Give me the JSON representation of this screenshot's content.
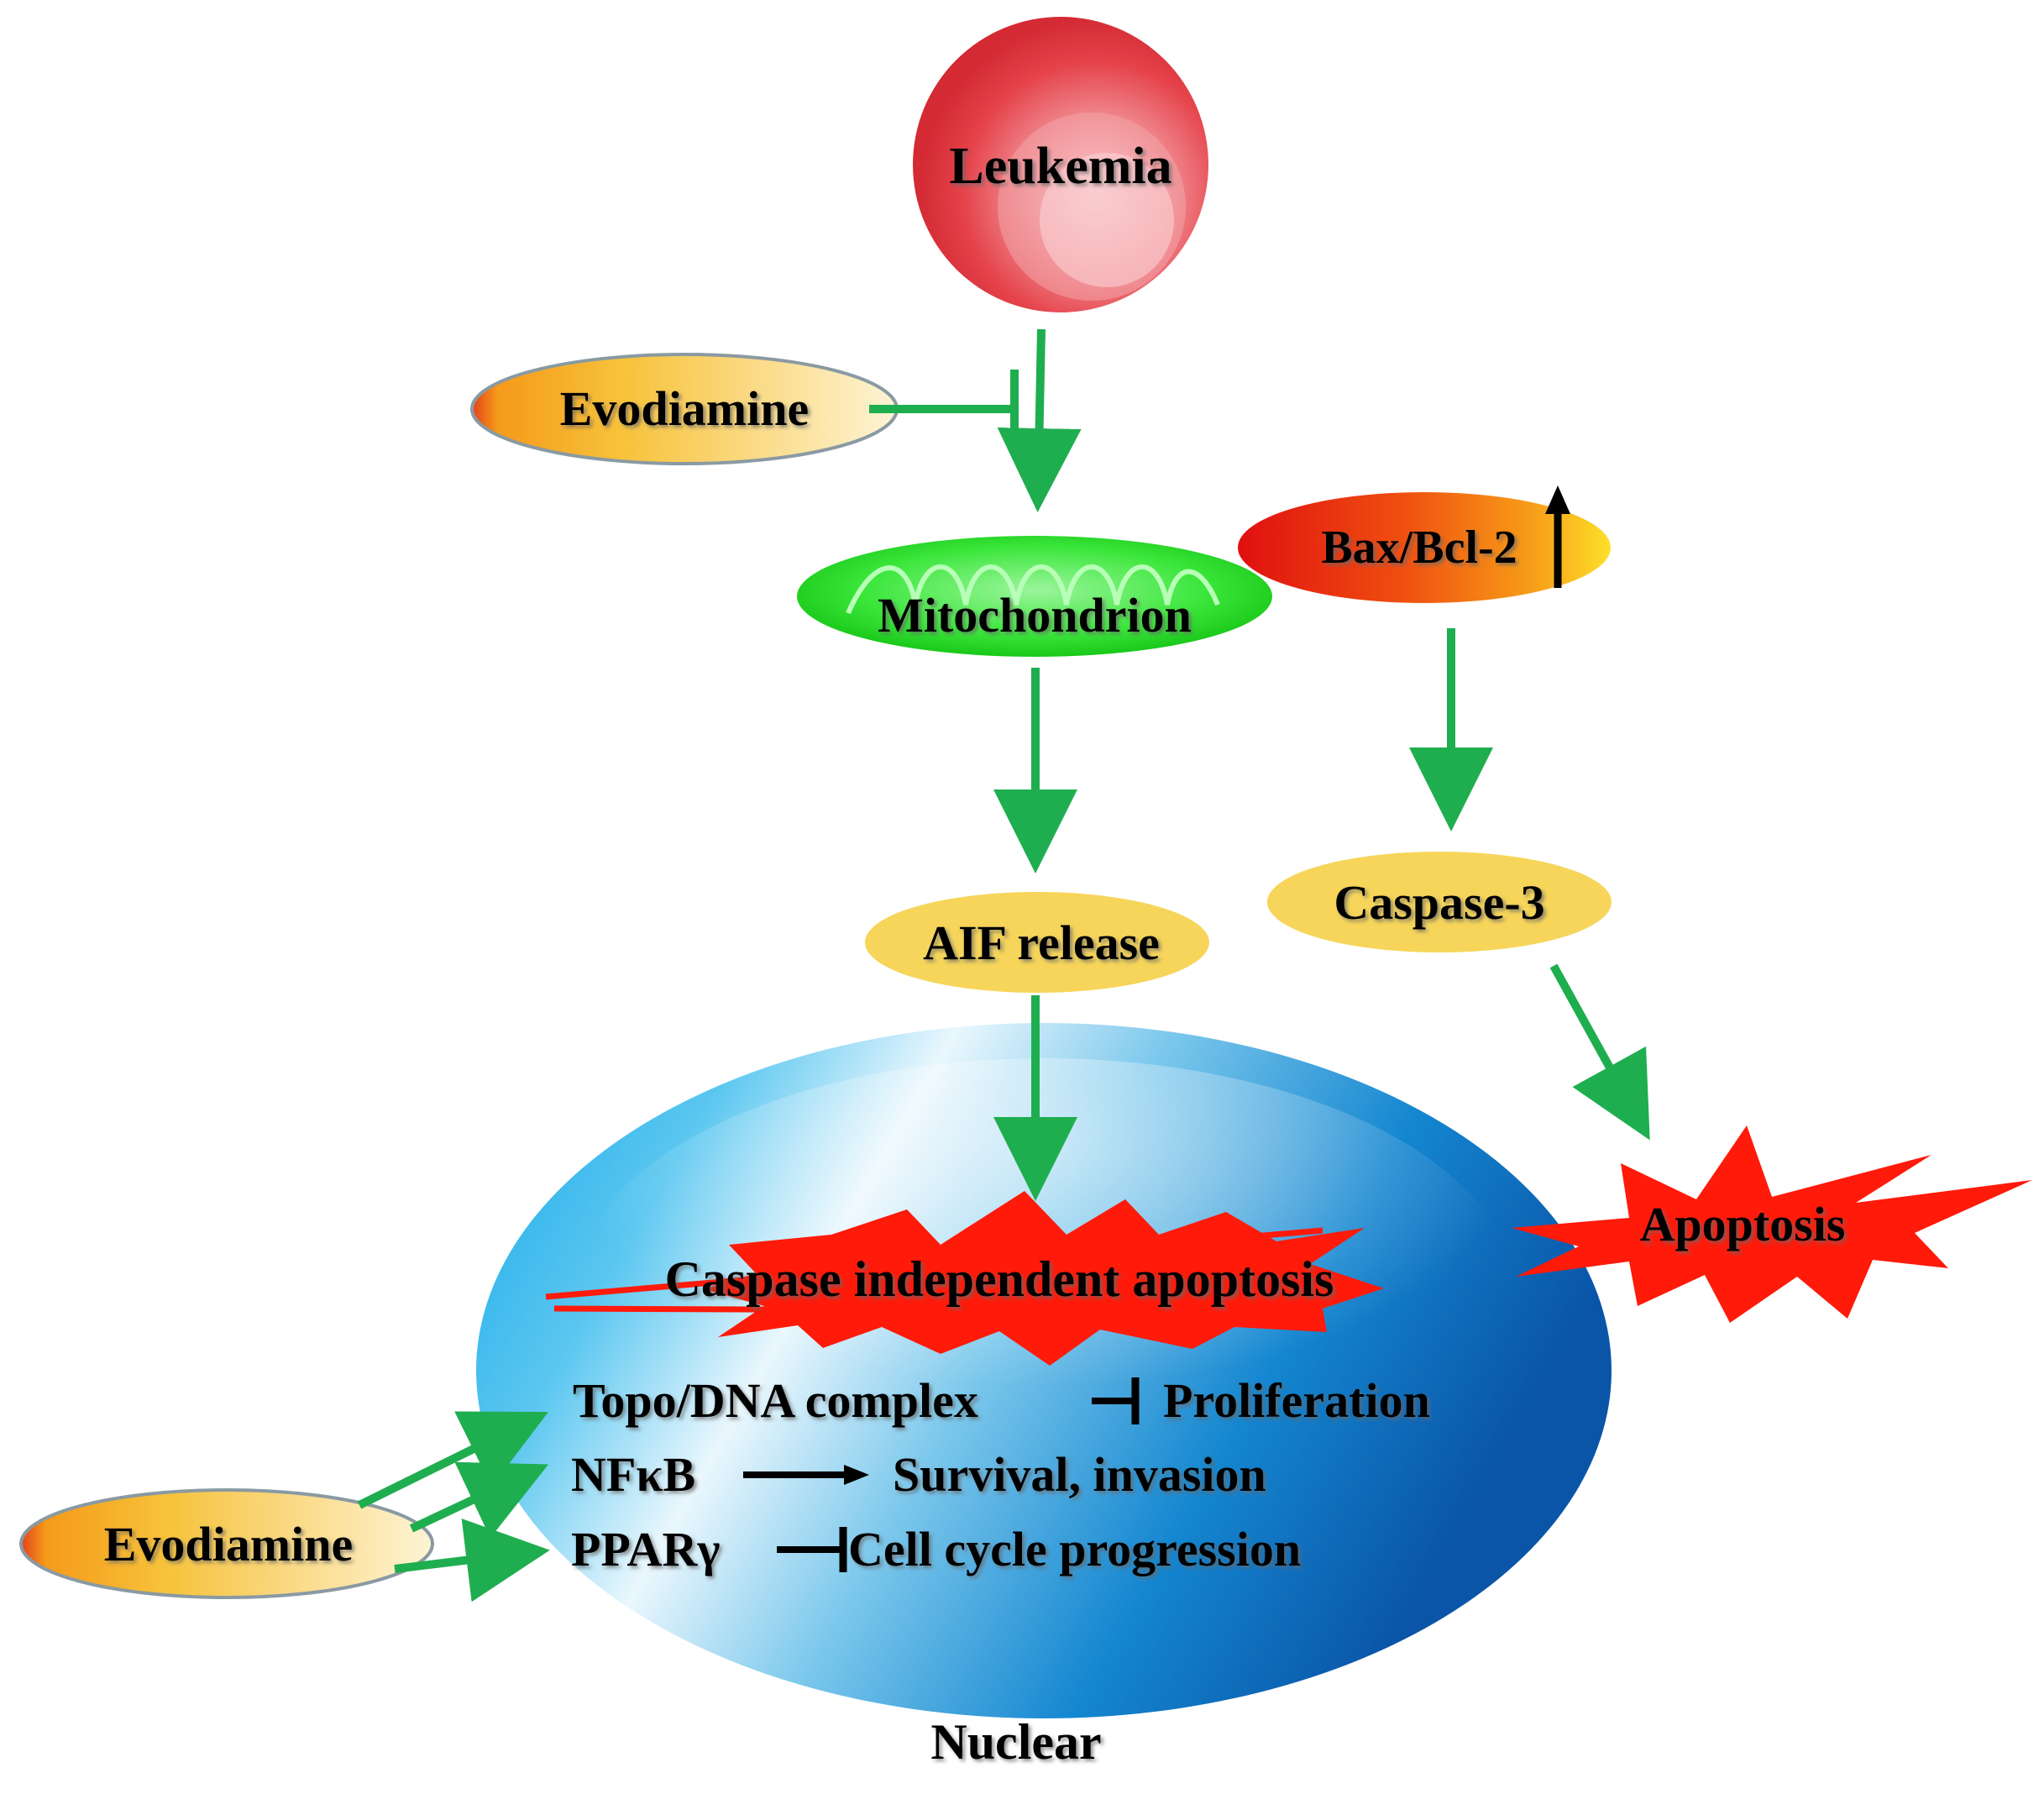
{
  "nodes": {
    "leukemia": "Leukemia",
    "evodiamine_top": "Evodiamine",
    "mitochondrion": "Mitochondrion",
    "bax_bcl2": "Bax/Bcl-2",
    "aif_release": "AIF release",
    "caspase3": "Caspase-3",
    "apoptosis": "Apoptosis",
    "caspase_independent": "Caspase independent apoptosis",
    "evodiamine_bottom": "Evodiamine",
    "nuclear": "Nuclear"
  },
  "nuclear_rows": [
    {
      "target": "Topo/DNA complex",
      "relation": "inhibits",
      "effect": "Proliferation"
    },
    {
      "target": "NFκB",
      "relation": "activates",
      "effect": "Survival, invasion"
    },
    {
      "target": "PPARγ",
      "relation": "inhibits",
      "effect": "Cell cycle progression"
    }
  ],
  "colors": {
    "arrow": "#1fae4f",
    "leukemia": "#e0303a",
    "mitochondrion": "#22dd22",
    "evodiamine": "#f5b21b",
    "bax": "#ee2a10",
    "caspase": "#f6d55a",
    "apoptosis_star": "#ff1a0a",
    "nucleus": "#1aa0e0"
  }
}
